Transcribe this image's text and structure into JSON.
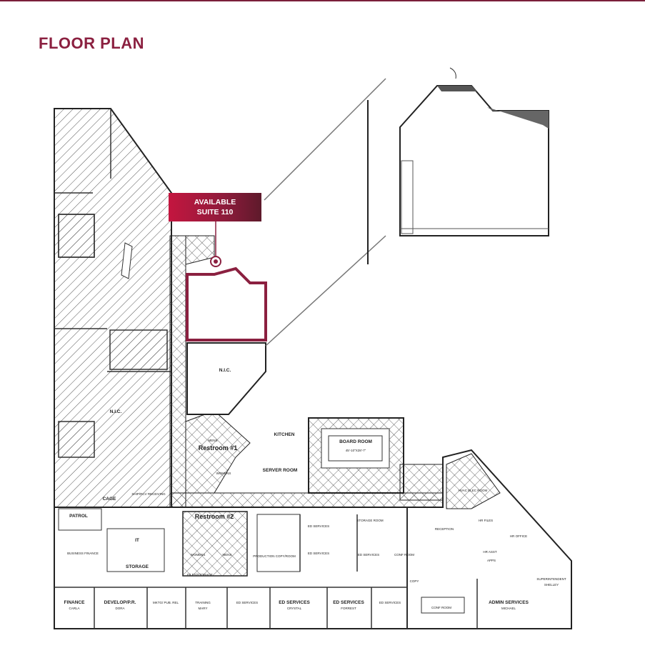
{
  "title": "FLOOR PLAN",
  "callout": {
    "line1": "AVAILABLE",
    "line2": "SUITE 110",
    "accent": "#8b2040"
  },
  "rooms": {
    "nic_left": "N.I.C.",
    "nic_center": "N.I.C.",
    "kitchen": "KITCHEN",
    "board_room": "BOARD ROOM",
    "board_room_dim": "45'-10\"X28'-7\"",
    "restroom1": "Restroom #1",
    "restroom2": "Restroom #2",
    "server_room": "SERVER ROOM",
    "mens": "MENS",
    "womens": "WOMENS",
    "mens2": "MENS",
    "womens2": "WOMENS",
    "cage": "CAGE",
    "ship_receiving": "SHIP/RCV RECEIVING",
    "patrol": "PATROL",
    "it": "IT",
    "business_finance": "BUSINESS FINANCE",
    "storage": "STORAGE",
    "production": "PRODUCTION COPY/ROOM",
    "ed_services_a": "ED SERVICES",
    "ed_services_b": "ED SERVICES",
    "ed_services_c": "ED SERVICES",
    "storage_room": "STORAGE ROOM",
    "conf_room": "CONF ROOM",
    "reception": "RECEPTION",
    "hr_files": "HR FILES",
    "hr_office": "HR OFFICE",
    "hr_asst": "HR ASST",
    "hvac_elec": "HVAC ELEC ROOM",
    "superintendent": "SUPERINTENDENT",
    "superintendent_name": "SHELLEY",
    "finance": "FINANCE",
    "finance_name": "CARLA",
    "develop": "DEVELOP/P.R.",
    "develop_name": "DORA",
    "mktg": "MKTG/ PUB. REL",
    "training": "TRAINING",
    "training_name": "MARY",
    "ed_services_d": "ED SERVICES",
    "ed_services_e": "ED SERVICES",
    "ed_services_e_name": "CRYSTAL",
    "ed_services_f": "ED SERVICES",
    "ed_services_f_name": "FORREST",
    "ed_services_g": "ED SERVICES",
    "conf_room2": "CONF ROOM",
    "admin_services": "ADMIN SERVICES",
    "admin_name": "MICHAEL",
    "copy": "COPY",
    "files_storage": "FILES/STORAGE",
    "apps": "APPS"
  }
}
